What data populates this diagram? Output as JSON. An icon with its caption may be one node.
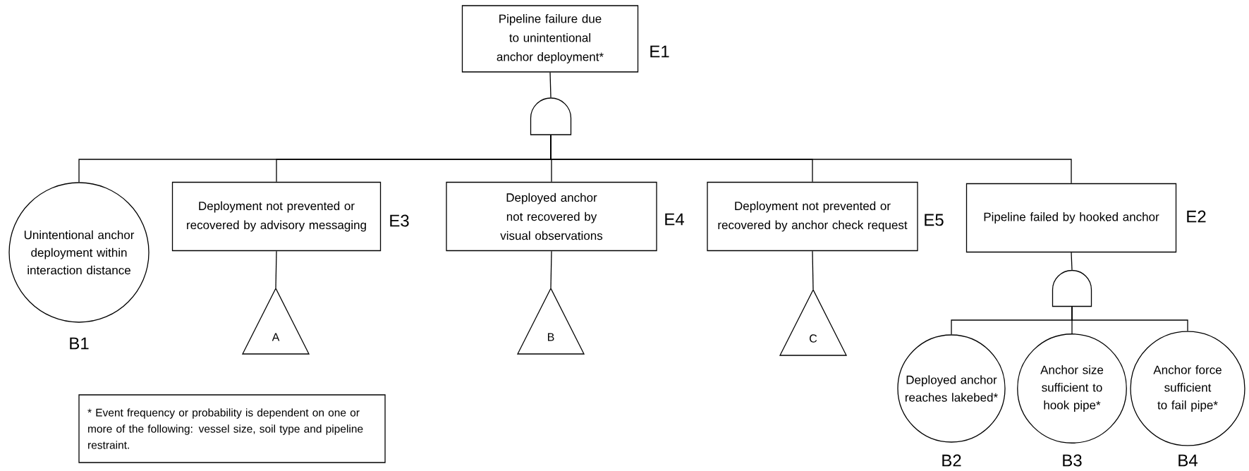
{
  "diagram": {
    "nodes": [
      {
        "text": [
          "Pipeline failure due to unintentional anchor deployment*"
        ],
        "beside": [
          "E1"
        ]
      },
      {
        "text": [],
        "shape": "gate"
      },
      {
        "text": [
          "Unintentional anchor deployment within interaction distance"
        ],
        "beside": [
          "B1"
        ]
      },
      {
        "text": [
          "Deployment not prevented or recovered by advisory messaging"
        ],
        "beside": [
          "E3"
        ]
      },
      {
        "text": [
          "Deployed anchor not recovered by visual observations"
        ],
        "beside": [
          "E4"
        ]
      },
      {
        "text": [
          "Deployment not prevented or recovered by anchor check request"
        ],
        "beside": [
          "E5"
        ]
      },
      {
        "text": [
          "Pipeline failed by hooked anchor"
        ],
        "beside": [
          "E2"
        ]
      },
      {
        "text": [
          "A"
        ]
      },
      {
        "text": [
          "B"
        ]
      },
      {
        "text": [
          "C"
        ]
      },
      {
        "text": [],
        "shape": "gate"
      },
      {
        "text": [
          "Deployed anchor reaches lakebed*"
        ],
        "beside": [
          "B2"
        ]
      },
      {
        "text": [
          "Anchor size sufficient to hook pipe*"
        ],
        "beside": [
          "B3"
        ]
      },
      {
        "text": [
          "Anchor force sufficient to fail pipe*"
        ],
        "beside": [
          "B4"
        ]
      },
      {
        "text": [
          "* Event frequency or probability is dependent on one or more of the following: vessel size, soil type and pipeline restraint."
        ]
      }
    ],
    "edges": [
      {
        "from": 0,
        "to": 1,
        "arrow": "none"
      },
      {
        "from": 1,
        "to": 2,
        "arrow": "none"
      },
      {
        "from": 1,
        "to": 3,
        "arrow": "none"
      },
      {
        "from": 1,
        "to": 4,
        "arrow": "none"
      },
      {
        "from": 1,
        "to": 5,
        "arrow": "none"
      },
      {
        "from": 1,
        "to": 6,
        "arrow": "none"
      },
      {
        "from": 3,
        "to": 7,
        "arrow": "none"
      },
      {
        "from": 4,
        "to": 8,
        "arrow": "none"
      },
      {
        "from": 5,
        "to": 9,
        "arrow": "none"
      },
      {
        "from": 6,
        "to": 10,
        "arrow": "none"
      },
      {
        "from": 10,
        "to": 11,
        "arrow": "none"
      },
      {
        "from": 10,
        "to": 12,
        "arrow": "none"
      },
      {
        "from": 10,
        "to": 13,
        "arrow": "none"
      }
    ]
  }
}
